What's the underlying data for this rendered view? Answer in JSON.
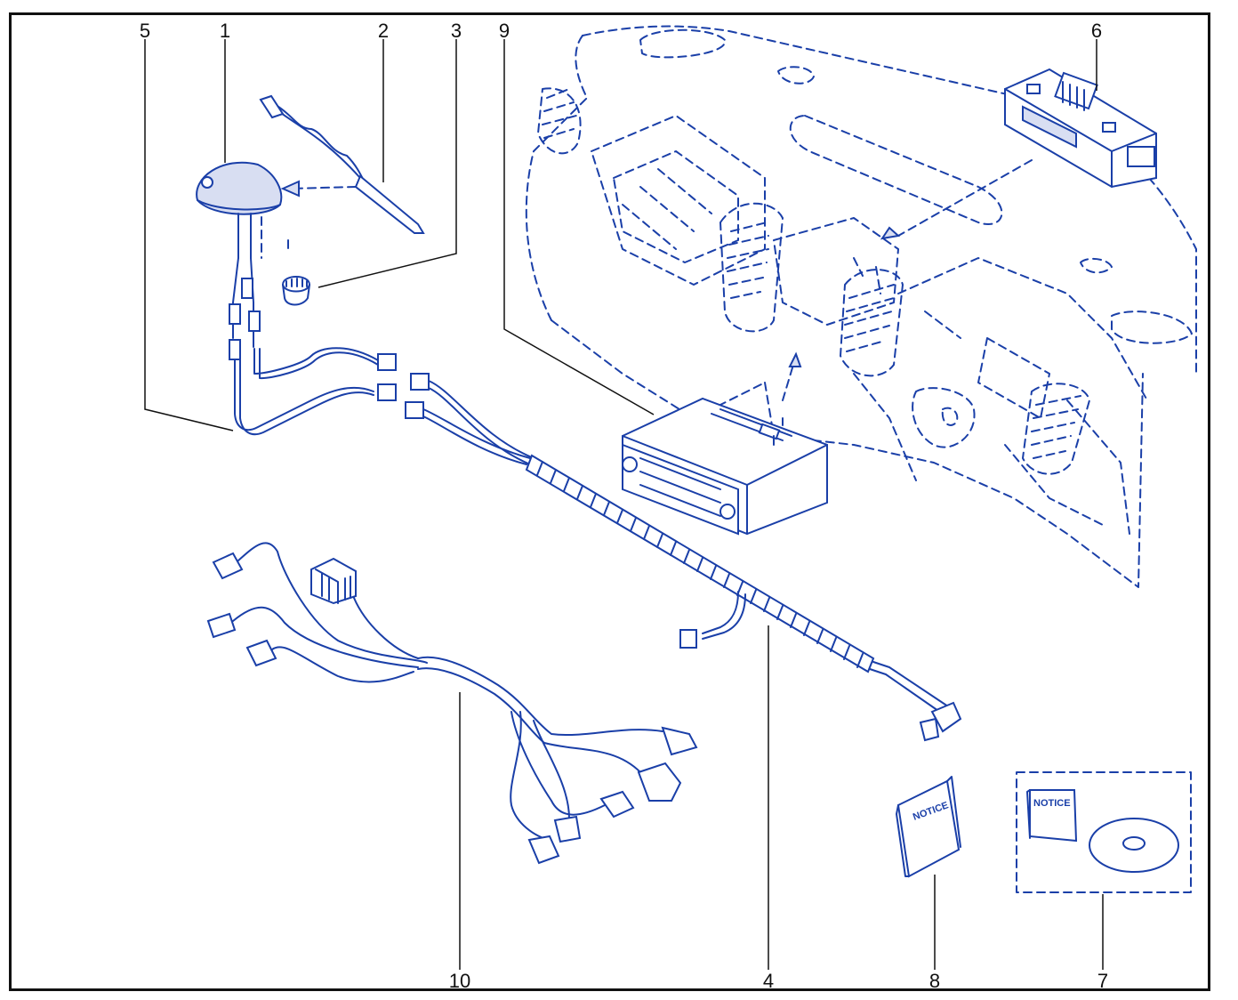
{
  "callouts": [
    {
      "id": "c5",
      "text": "5"
    },
    {
      "id": "c1",
      "text": "1"
    },
    {
      "id": "c2",
      "text": "2"
    },
    {
      "id": "c3",
      "text": "3"
    },
    {
      "id": "c9",
      "text": "9"
    },
    {
      "id": "c6",
      "text": "6"
    },
    {
      "id": "c10",
      "text": "10"
    },
    {
      "id": "c4",
      "text": "4"
    },
    {
      "id": "c8",
      "text": "8"
    },
    {
      "id": "c7",
      "text": "7"
    }
  ],
  "manual_text": "NOTICE",
  "kit_manual_text": "NOTICE",
  "colors": {
    "line": "#1a3fa8",
    "label": "#111111",
    "frame": "#111111"
  }
}
